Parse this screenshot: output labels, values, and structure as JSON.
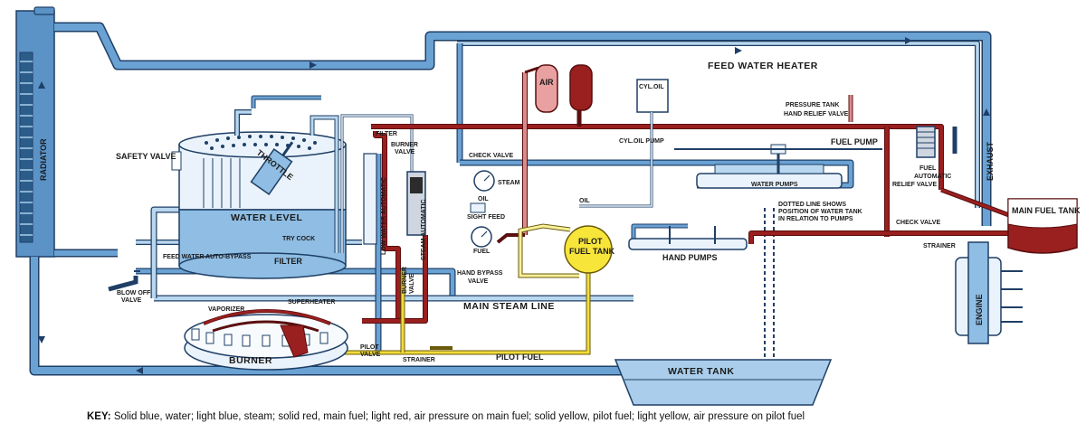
{
  "colors": {
    "water": "#5b93c7",
    "water_fill": "#a9cdea",
    "steam": "#b9d7ee",
    "main_fuel": "#9a1f1f",
    "air_pressure_fuel": "#d98c8c",
    "pilot_fuel": "#f0dc3a",
    "pilot_air": "#f7ef9a",
    "outline": "#1f3f66"
  },
  "labels": {
    "radiator": "RADIATOR",
    "feed_water_heater": "FEED WATER HEATER",
    "exhaust": "EXHAUST",
    "engine": "ENGINE",
    "safety_valve": "SAFETY VALVE",
    "throttle": "THROTTLE",
    "water_level": "WATER LEVEL",
    "try_cock": "TRY COCK",
    "filter_left": "FILTER",
    "filter_top": "FILTER",
    "feed_water_auto_bypass": "FEED WATER AUTO-BYPASS",
    "blow_off_valve_1": "BLOW OFF",
    "blow_off_valve_2": "VALVE",
    "burner_valve_top_1": "BURNER",
    "burner_valve_top_2": "VALVE",
    "low_water_automatic": "LOW WATER AUTOMATIC",
    "steam_automatic": "STEAM AUTOMATIC",
    "burner_valve_bottom_1": "BURNER",
    "burner_valve_bottom_2": "VALVE",
    "check_valve_top": "CHECK VALVE",
    "steam": "STEAM",
    "oil_small": "OIL",
    "oil": "OIL",
    "sight_feed": "SIGHT FEED",
    "fuel": "FUEL",
    "hand_bypass_valve_1": "HAND BYPASS",
    "hand_bypass_valve_2": "VALVE",
    "air": "AIR",
    "cyl_oil": "CYL.OIL",
    "cyl_oil_pump": "CYL.OIL PUMP",
    "pressure_tank_1": "PRESSURE TANK",
    "pressure_tank_2": "HAND RELIEF VALVE",
    "fuel_pump": "FUEL PUMP",
    "fuel_auto_relief_1": "FUEL",
    "fuel_auto_relief_2": "AUTOMATIC",
    "fuel_auto_relief_3": "RELIEF VALVE",
    "water_pumps": "WATER PUMPS",
    "dotted_line_1": "DOTTED LINE SHOWS",
    "dotted_line_2": "POSITION OF WATER TANK",
    "dotted_line_3": "IN RELATION TO PUMPS",
    "check_valve_right": "CHECK VALVE",
    "strainer_right": "STRAINER",
    "main_fuel_tank": "MAIN FUEL TANK",
    "pilot_fuel_tank_1": "PILOT",
    "pilot_fuel_tank_2": "FUEL TANK",
    "hand_pumps": "HAND PUMPS",
    "main_steam_line": "MAIN STEAM LINE",
    "vaporizer": "VAPORIZER",
    "superheater": "SUPERHEATER",
    "burner": "BURNER",
    "pilot_valve_1": "PILOT",
    "pilot_valve_2": "VALVE",
    "strainer_bottom": "STRAINER",
    "pilot_fuel": "PILOT FUEL",
    "water_tank": "WATER TANK"
  },
  "key": {
    "heading": "KEY:",
    "text": "Solid blue, water; light blue, steam; solid red, main fuel; light red, air pressure on main fuel; solid yellow, pilot fuel; light yellow, air pressure on pilot fuel"
  }
}
